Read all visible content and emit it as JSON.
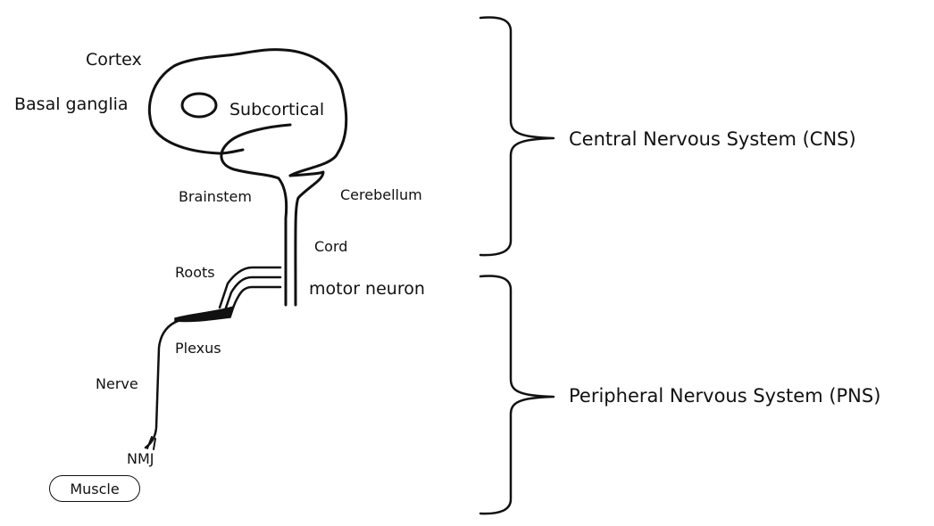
{
  "labels": {
    "cortex": "Cortex",
    "basal_ganglia": "Basal ganglia",
    "subcortical": "Subcortical",
    "brainstem": "Brainstem",
    "cerebellum": "Cerebellum",
    "cord": "Cord",
    "roots": "Roots",
    "motor_neuron": "motor neuron",
    "plexus": "Plexus",
    "nerve": "Nerve",
    "nmj": "NMJ",
    "muscle": "Muscle"
  },
  "groups": {
    "cns": "Central Nervous System (CNS)",
    "pns": "Peripheral Nervous System (PNS)"
  },
  "colors": {
    "ink": "#111111",
    "background": "#ffffff"
  }
}
